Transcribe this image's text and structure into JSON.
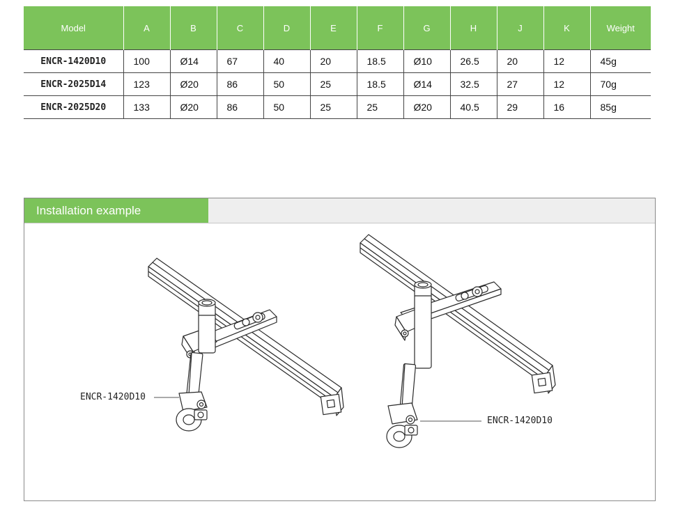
{
  "table": {
    "headers": [
      "Model",
      "A",
      "B",
      "C",
      "D",
      "E",
      "F",
      "G",
      "H",
      "J",
      "K",
      "Weight"
    ],
    "rows": [
      [
        "ENCR-1420D10",
        "100",
        "Ø14",
        "67",
        "40",
        "20",
        "18.5",
        "Ø10",
        "26.5",
        "20",
        "12",
        "45g"
      ],
      [
        "ENCR-2025D14",
        "123",
        "Ø20",
        "86",
        "50",
        "25",
        "18.5",
        "Ø14",
        "32.5",
        "27",
        "12",
        "70g"
      ],
      [
        "ENCR-2025D20",
        "133",
        "Ø20",
        "86",
        "50",
        "25",
        "25",
        "Ø20",
        "40.5",
        "29",
        "16",
        "85g"
      ]
    ]
  },
  "installation": {
    "title": "Installation example",
    "left_callout": "ENCR-1420D10",
    "right_callout": "ENCR-1420D10"
  },
  "colors": {
    "accent": "#7cc35a",
    "panel_header_bg": "#eeeeee",
    "line": "#444444"
  }
}
